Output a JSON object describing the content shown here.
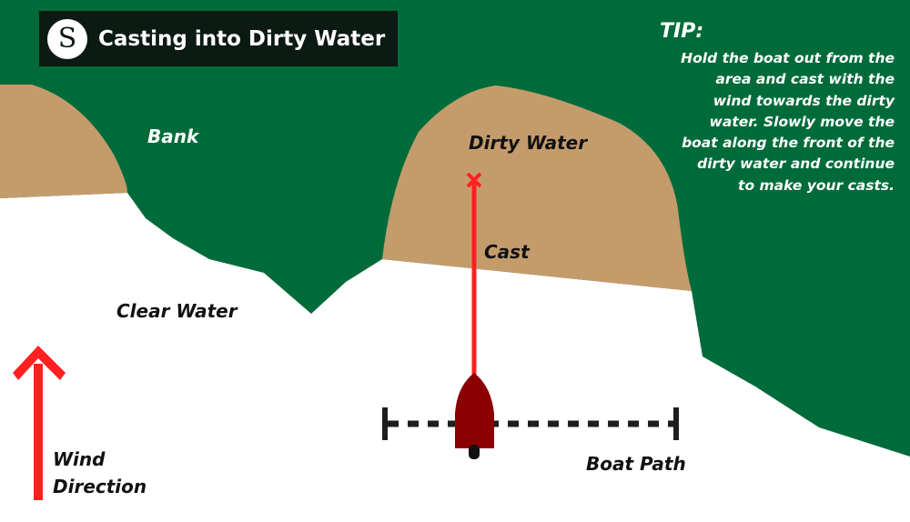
{
  "title": "Casting into Dirty Water",
  "tip": {
    "heading": "TIP:",
    "body": "Hold the boat out from the area and cast with the wind towards the dirty water. Slowly move the boat along the front of the dirty water and continue to make your casts."
  },
  "labels": {
    "bank": "Bank",
    "dirty_water": "Dirty Water",
    "cast": "Cast",
    "clear_water": "Clear Water",
    "wind_direction_1": "Wind",
    "wind_direction_2": "Direction",
    "boat_path": "Boat Path"
  },
  "colors": {
    "bank": "#006b3a",
    "dirty_water": "#c49c6c",
    "arrow": "#ff2020",
    "boat": "#8b0000"
  }
}
